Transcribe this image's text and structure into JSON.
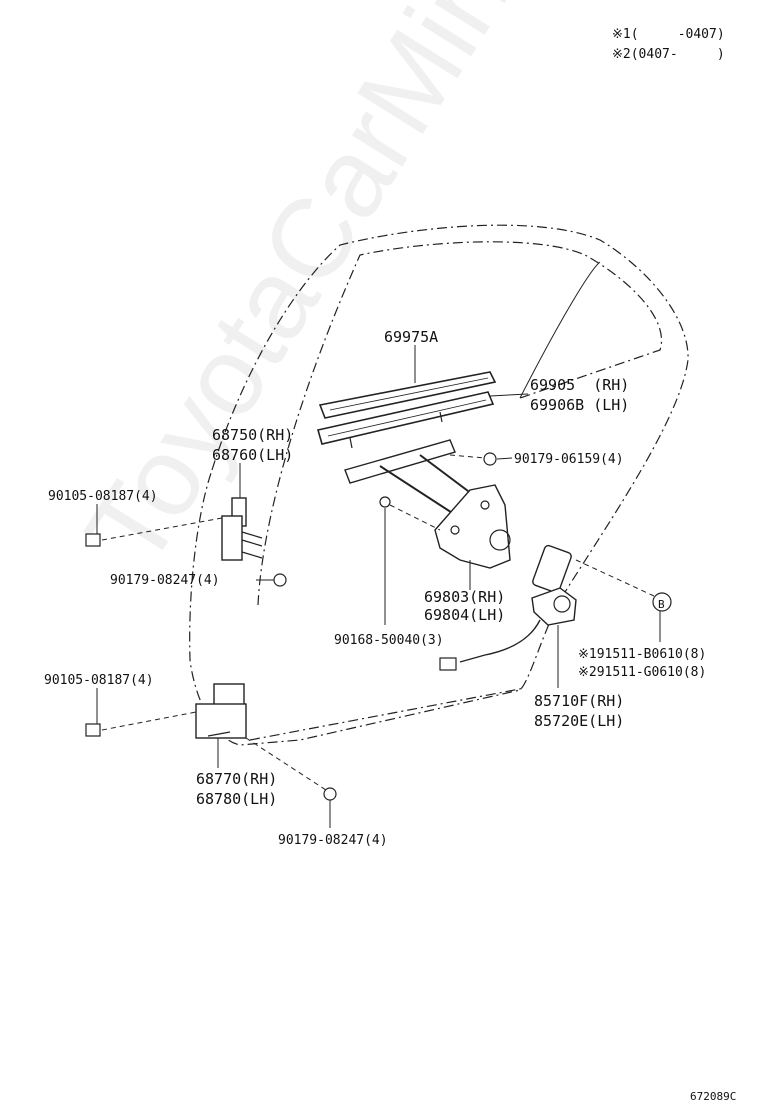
{
  "legend": {
    "row1_mark": "※1",
    "row1_range": "(     -0407)",
    "row2_mark": "※2",
    "row2_range": "(0407-     )"
  },
  "watermark": "ToyotaCarMine.ru",
  "labels": {
    "weatherstrip": "69975A",
    "channel_rh": "69905  (RH)",
    "channel_lh": "69906B (LH)",
    "hinge_upper_rh": "68750(RH)",
    "hinge_upper_lh": "68760(LH)",
    "nut_top": "90179-06159(4)",
    "bolt_upper": "90105-08187(4)",
    "nut_upper": "90179-08247(4)",
    "regulator_rh": "69803(RH)",
    "regulator_lh": "69804(LH)",
    "bolt_mid": "90168-50040(3)",
    "circle_b": "B",
    "bolt_opt1": "※191511-B0610(8)",
    "bolt_opt2": "※291511-G0610(8)",
    "bolt_lower": "90105-08187(4)",
    "motor_rh": "85710F(RH)",
    "motor_lh": "85720E(LH)",
    "hinge_lower_rh": "68770(RH)",
    "hinge_lower_lh": "68780(LH)",
    "nut_lower": "90179-08247(4)"
  },
  "figure_code": "672089C"
}
